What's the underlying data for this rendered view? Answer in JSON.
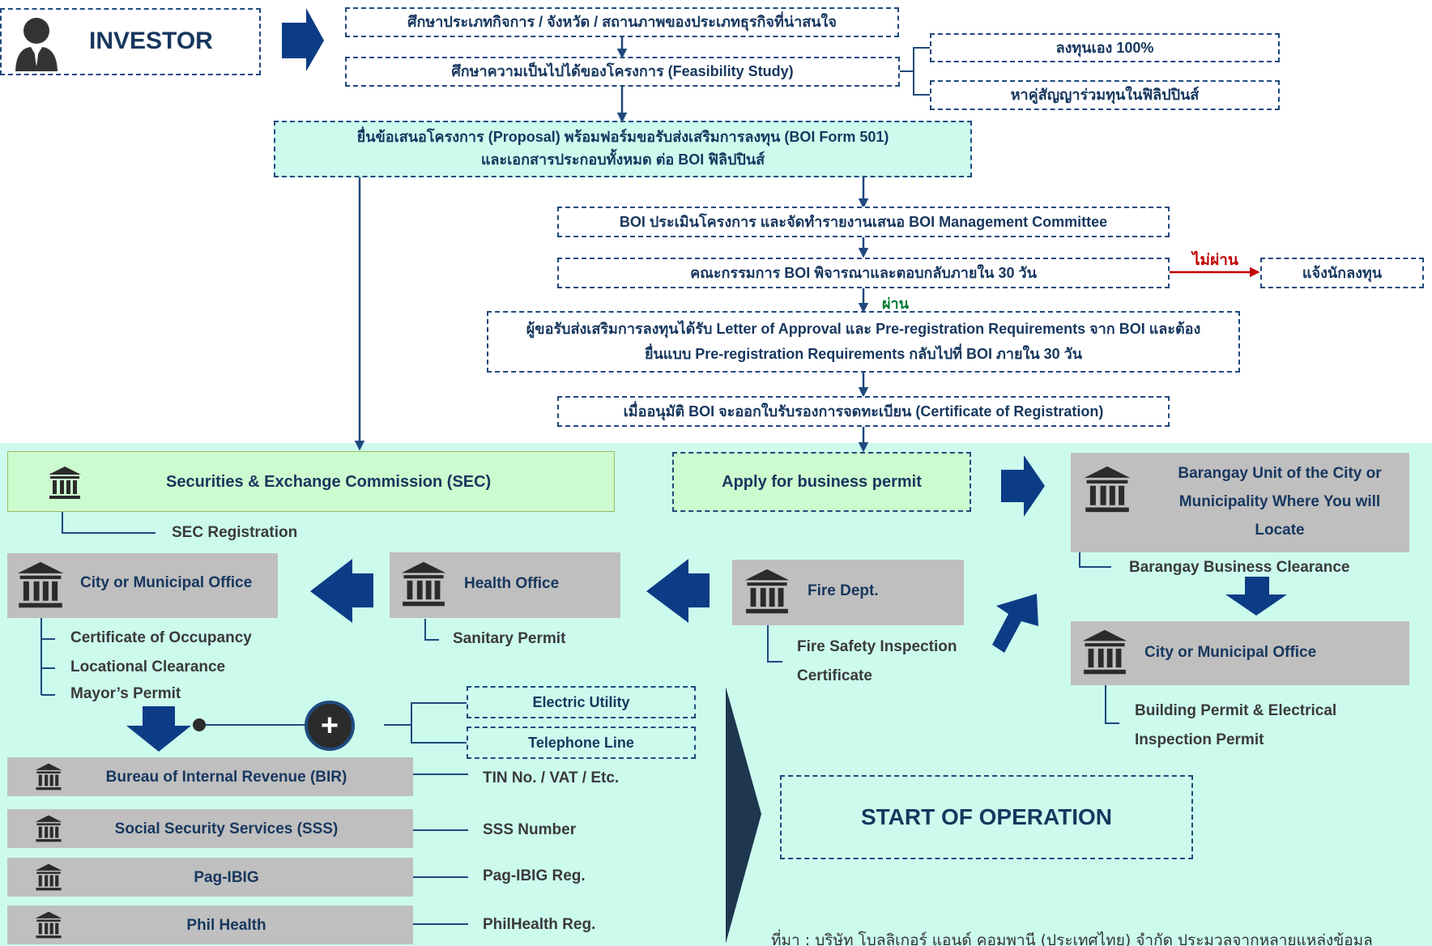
{
  "investor": {
    "label": "INVESTOR"
  },
  "top_steps": {
    "study_type": "ศึกษาประเภทกิจการ / จังหวัด / สถานภาพของประเภทธุรกิจที่น่าสนใจ",
    "feasibility": "ศึกษาความเป็นไปได้ของโครงการ (Feasibility Study)",
    "invest_self": "ลงทุนเอง 100%",
    "find_partner": "หาคู่สัญญาร่วมทุนในฟิลิปปินส์"
  },
  "proposal": {
    "line1": "ยื่นข้อเสนอโครงการ (Proposal) พร้อมฟอร์มขอรับส่งเสริมการลงทุน (BOI Form 501)",
    "line2": "และเอกสารประกอบทั้งหมด ต่อ BOI ฟิลิปปินส์"
  },
  "boi": {
    "evaluate": "BOI ประเมินโครงการ และจัดทำรายงานเสนอ BOI Management Committee",
    "committee": "คณะกรรมการ BOI พิจารณาและตอบกลับภายใน 30 วัน",
    "fail_label": "ไม่ผ่าน",
    "notify": "แจ้งนักลงทุน",
    "pass_label": "ผ่าน",
    "approval_line1": "ผู้ขอรับส่งเสริมการลงทุนได้รับ Letter of Approval และ Pre-registration Requirements จาก BOI และต้อง",
    "approval_line2": "ยื่นแบบ Pre-registration Requirements  กลับไปที่ BOI ภายใน 30 วัน",
    "certificate": "เมื่ออนุมัติ BOI จะออกใบรับรองการจดทะเบียน (Certificate of Registration)"
  },
  "sec": {
    "title": "Securities & Exchange Commission (SEC)",
    "item": "SEC Registration"
  },
  "apply": {
    "title": "Apply for business permit"
  },
  "barangay": {
    "line1": "Barangay Unit of the City or",
    "line2": "Municipality Where You will",
    "line3": "Locate",
    "item": "Barangay Business Clearance"
  },
  "city_right": {
    "title": "City or Municipal Office",
    "item_line1": "Building Permit & Electrical",
    "item_line2": "Inspection Permit"
  },
  "fire": {
    "title": "Fire Dept.",
    "item_line1": "Fire Safety Inspection",
    "item_line2": "Certificate"
  },
  "health": {
    "title": "Health Office",
    "item": "Sanitary Permit"
  },
  "city_left": {
    "title": "City or Municipal Office",
    "items": [
      "Certificate of Occupancy",
      "Locational Clearance",
      "Mayor’s Permit"
    ]
  },
  "utilities": {
    "electric": "Electric Utility",
    "telephone": "Telephone Line",
    "plus": "+"
  },
  "agencies": [
    {
      "name": "Bureau of Internal Revenue (BIR)",
      "item": "TIN No. / VAT / Etc."
    },
    {
      "name": "Social Security Services (SSS)",
      "item": "SSS Number"
    },
    {
      "name": "Pag-IBIG",
      "item": "Pag-IBIG Reg."
    },
    {
      "name": "Phil Health",
      "item": "PhilHealth Reg."
    }
  ],
  "start": {
    "label": "START OF OPERATION"
  },
  "source": {
    "text": "ที่มา : บริษัท โบลลิเกอร์ แอนด์ คอมพานี (ประเทศไทย) จำกัด ประมวลจากหลายแหล่งข้อมูล"
  },
  "colors": {
    "navy": "#17375e",
    "mint": "#ccfbee",
    "gray": "#bfbfbf",
    "green_box": "#ccfbcf",
    "aqua_box": "#ccfbee",
    "red": "#c00000",
    "green_text": "#007a33"
  },
  "icons": [
    "investor-person-icon",
    "government-building-icon",
    "arrow-icon"
  ]
}
